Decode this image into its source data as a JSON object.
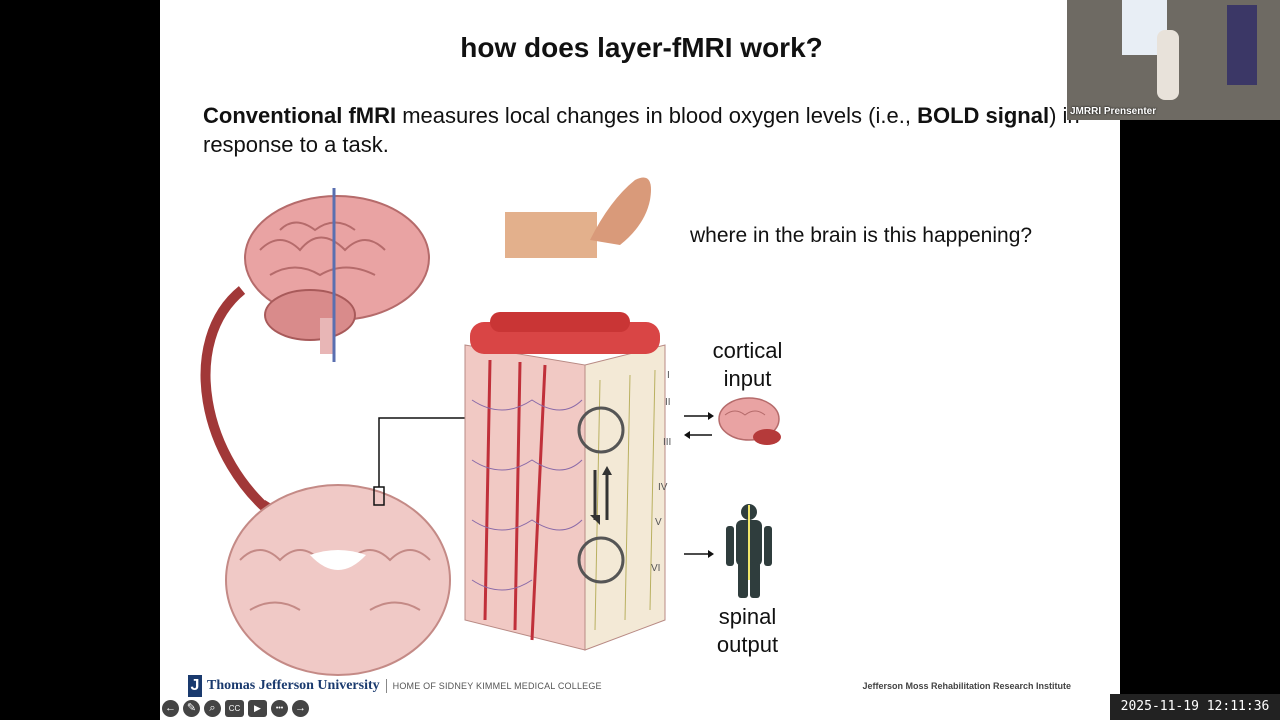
{
  "slide": {
    "title": "how does layer-fMRI work?",
    "intro": {
      "bold1": "Conventional fMRI",
      "text1": " measures local changes in blood oxygen levels (i.e., ",
      "bold2": "BOLD signal",
      "text2": ") in response to a task."
    },
    "question": "where in the brain is this happening?",
    "labels": {
      "cortical_input": "cortical\ninput",
      "spinal_output": "spinal\noutput"
    },
    "layers": [
      "I",
      "II",
      "III",
      "IV",
      "V",
      "VI"
    ],
    "footer": {
      "university": "Thomas Jefferson University",
      "college": "HOME OF SIDNEY KIMMEL MEDICAL COLLEGE",
      "institute": "Jefferson Moss Rehabilitation Research Institute"
    }
  },
  "toolbar": {
    "buttons": [
      {
        "icon": "back-arrow-icon",
        "glyph": "←"
      },
      {
        "icon": "pen-icon",
        "glyph": "✎"
      },
      {
        "icon": "zoom-icon",
        "glyph": "⌕"
      },
      {
        "icon": "captions-icon",
        "glyph": "CC"
      },
      {
        "icon": "camera-icon",
        "glyph": "▶"
      },
      {
        "icon": "more-icon",
        "glyph": "•••"
      },
      {
        "icon": "forward-arrow-icon",
        "glyph": "→"
      }
    ]
  },
  "webcam": {
    "label": "JMRRI Prensenter"
  },
  "timestamp": "2025-11-19 12:11:36"
}
